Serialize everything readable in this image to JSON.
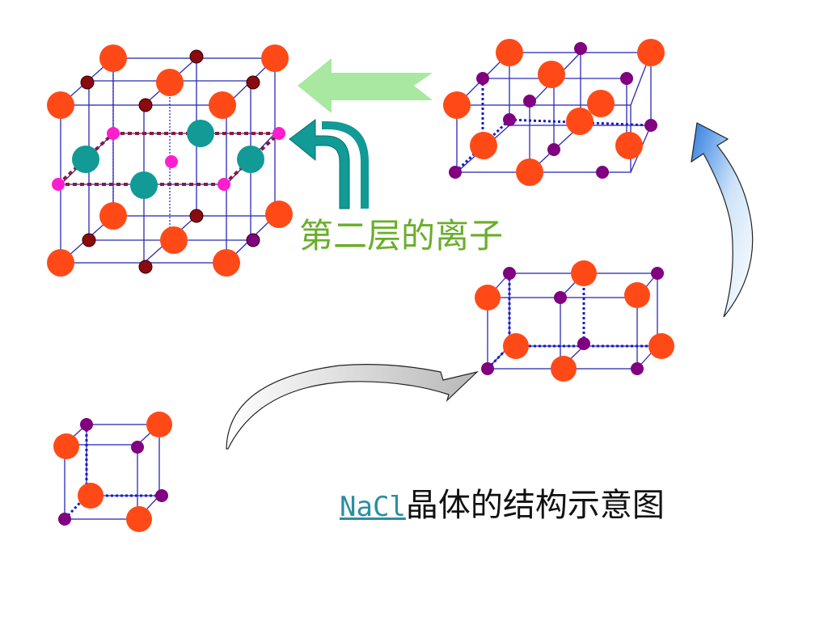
{
  "layer_label": "第二层的离子",
  "caption": {
    "link_text": "NaCl",
    "text": "晶体的结构示意图"
  },
  "colors": {
    "cl_ion": "#ff4a17",
    "na_ion": "#800080",
    "na_ion_dark": "#8b0a10",
    "layer_na": "#ff1dce",
    "layer_cl": "#119a96",
    "edge": "#2a2ab8",
    "dotted_edge": "#1a1acc",
    "layer_dotted": "#8b1a3a",
    "arrow_green": "#a8e8a0",
    "arrow_teal": "#119a96"
  }
}
